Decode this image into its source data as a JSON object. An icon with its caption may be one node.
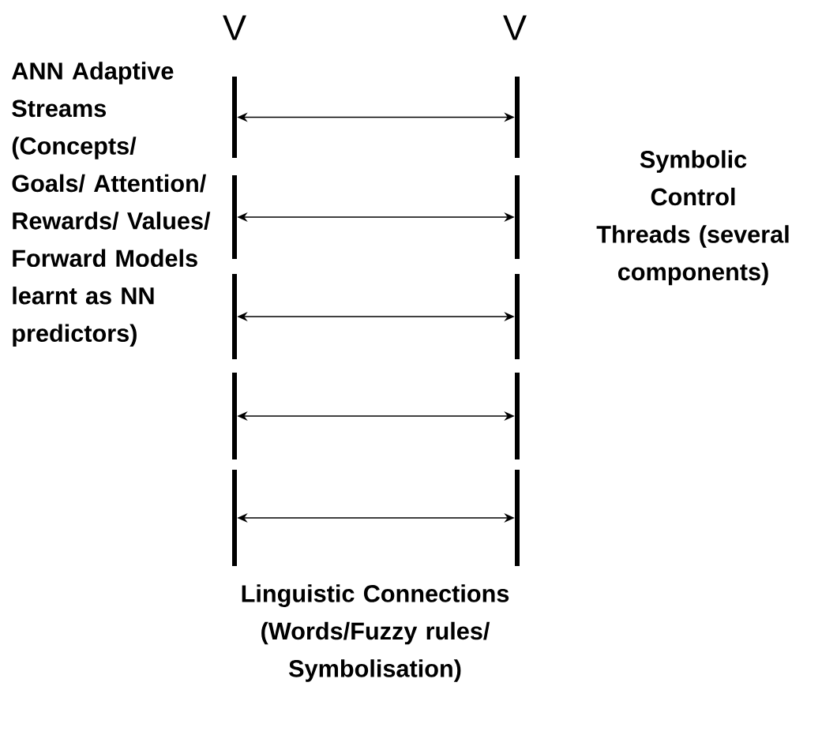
{
  "diagram": {
    "nodes": [
      {
        "text": [],
        "shape": "bar"
      },
      {
        "text": [],
        "shape": "bar"
      },
      {
        "text": [],
        "shape": "bar"
      },
      {
        "text": [],
        "shape": "bar"
      },
      {
        "text": [],
        "shape": "bar"
      },
      {
        "text": [],
        "shape": "bar"
      },
      {
        "text": [],
        "shape": "bar"
      },
      {
        "text": [],
        "shape": "bar"
      },
      {
        "text": [],
        "shape": "bar"
      },
      {
        "text": [],
        "shape": "bar"
      }
    ],
    "edges": [
      {
        "from": 0,
        "to": 1,
        "arrow": "both"
      },
      {
        "from": 2,
        "to": 3,
        "arrow": "both"
      },
      {
        "from": 4,
        "to": 5,
        "arrow": "both"
      },
      {
        "from": 6,
        "to": 7,
        "arrow": "both"
      },
      {
        "from": 8,
        "to": 9,
        "arrow": "both"
      }
    ],
    "labels": [
      "V",
      "V",
      "ANN Adaptive Streams (Concepts/ Goals/ Attention/ Rewards/ Values/ Forward Models learnt as NN predictors)",
      "Symbolic Control Threads (several components)",
      "Linguistic Connections (Words/Fuzzy rules/ Symbolisation)"
    ]
  }
}
